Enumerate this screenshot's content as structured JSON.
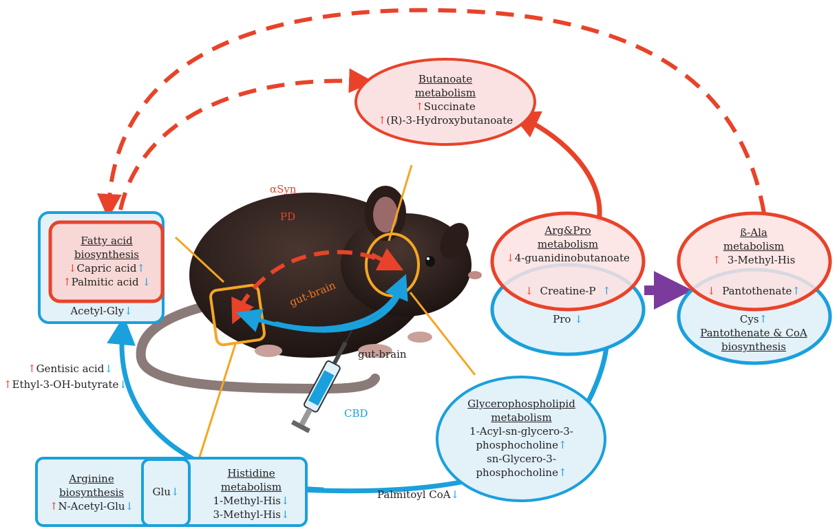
{
  "butanoate": {
    "title1": "Butanoate",
    "title2": "metabolism",
    "item1": "Succinate",
    "item2": "(R)-3-Hydroxybutanoate"
  },
  "fatty_acid": {
    "title1": "Fatty acid",
    "title2": "biosynthesis",
    "item1": "Capric acid",
    "item2": "Palmitic acid",
    "item3": "Acetyl-Gly"
  },
  "arg_pro": {
    "title1": "Arg&Pro",
    "title2": "metabolism",
    "item1": "4-guanidinobutanoate",
    "item2": "Creatine-P",
    "item3": "Pro"
  },
  "beta_ala": {
    "title1": "ß-Ala",
    "title2": "metabolism",
    "item1": "3-Methyl-His",
    "item2": "Pantothenate",
    "item3": "Cys",
    "item4": "Pantothenate & CoA",
    "item5": "biosynthesis"
  },
  "glycero": {
    "title1": "Glycerophospholipid",
    "title2": "metabolism",
    "line1": "1-Acyl-sn-glycero-3-",
    "line2": "phosphocholine",
    "line3": "sn-Glycero-3-",
    "line4": "phosphocholine"
  },
  "bottom": {
    "arg_title1": "Arginine",
    "arg_title2": "biosynthesis",
    "arg_item": "N-Acetyl-Glu",
    "glu": "Glu",
    "his_title1": "Histidine",
    "his_title2": "metabolism",
    "his_item1": "1-Methyl-His",
    "his_item2": "3-Methyl-His"
  },
  "labels": {
    "gentisic": "Gentisic acid",
    "ethyl": "Ethyl-3-OH-butyrate",
    "palmitoyl": "Palmitoyl CoA",
    "asyn": "αSyn",
    "pd": "PD",
    "gut_brain_orange": "gut-brain",
    "gut_brain_black": "gut-brain",
    "cbd": "CBD"
  },
  "arrows": {
    "up": "↑",
    "down": "↓"
  },
  "colors": {
    "red": "#e8432a",
    "blue": "#1aa0dc",
    "orange": "#f5a623",
    "purple": "#7a3b9c",
    "mouse": "#2a1c18"
  }
}
